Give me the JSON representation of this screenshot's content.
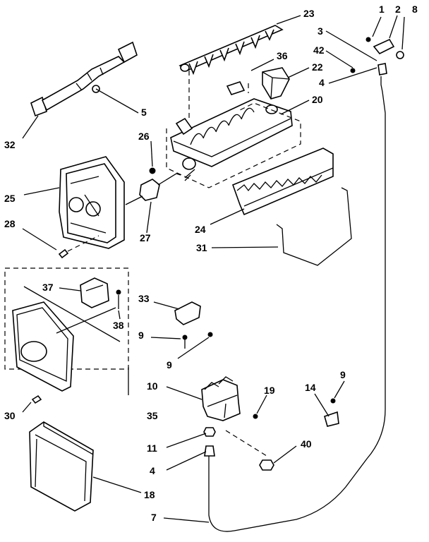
{
  "callouts": {
    "c1": "1",
    "c2": "2",
    "c3": "3",
    "c4a": "4",
    "c4b": "4",
    "c5": "5",
    "c7": "7",
    "c8": "8",
    "c9a": "9",
    "c9b": "9",
    "c9c": "9",
    "c10": "10",
    "c11": "11",
    "c14": "14",
    "c18": "18",
    "c19": "19",
    "c20": "20",
    "c22": "22",
    "c23": "23",
    "c24": "24",
    "c25": "25",
    "c26": "26",
    "c27": "27",
    "c28": "28",
    "c30": "30",
    "c31": "31",
    "c32": "32",
    "c33": "33",
    "c35": "35",
    "c36": "36",
    "c37": "37",
    "c38": "38",
    "c40": "40",
    "c42": "42"
  }
}
